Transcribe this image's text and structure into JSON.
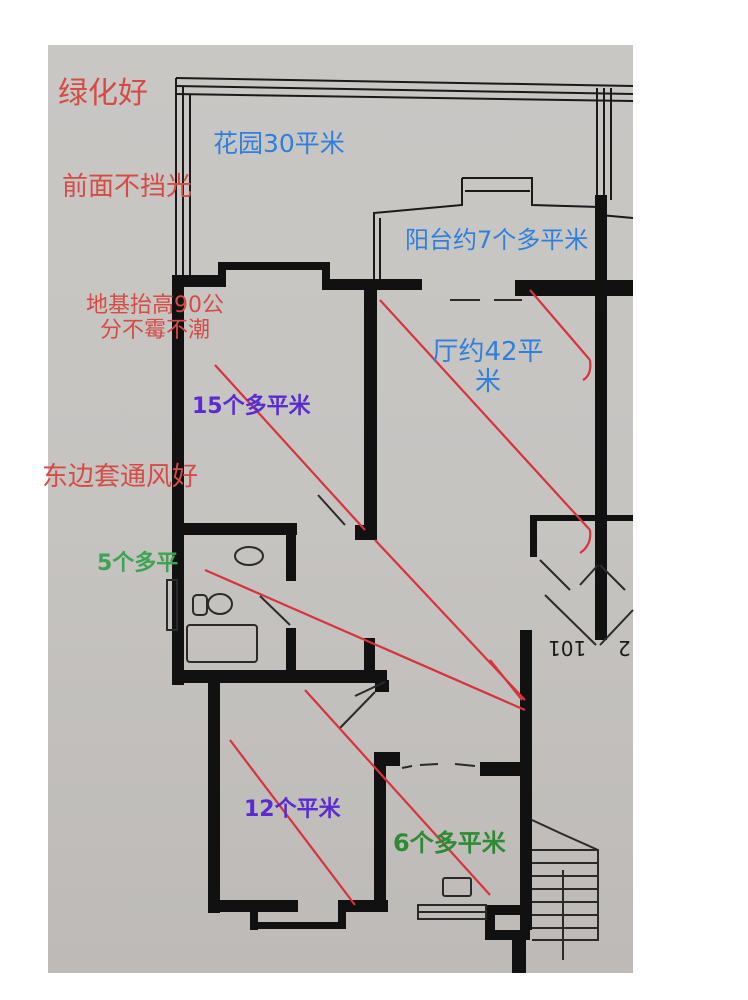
{
  "annotations": {
    "greenery": "绿化好",
    "garden": "花园30平米",
    "no_block_light": "前面不挡光",
    "balcony": "阳台约7个多平米",
    "foundation_line1": "地基抬高90公",
    "foundation_line2": "分不霉不潮",
    "living_room_line1": "厅约42平",
    "living_room_line2": "米",
    "bedroom_master": "15个多平米",
    "east_ventilation": "东边套通风好",
    "bathroom": "5个多平",
    "bedroom_second": "12个平米",
    "kitchen": "6个多平米"
  },
  "plan_marks": {
    "unit_101": "101",
    "unit_2": "2"
  },
  "colors": {
    "paper": "#c7c5c2",
    "wall": "#111111",
    "highlight_line": "#d8333a",
    "annotation_red": "#d54b45",
    "annotation_blue": "#2f7fdc",
    "annotation_purple": "#5a2bd0",
    "annotation_green": "#3fa255",
    "annotation_dark_green": "#2f8a35"
  }
}
